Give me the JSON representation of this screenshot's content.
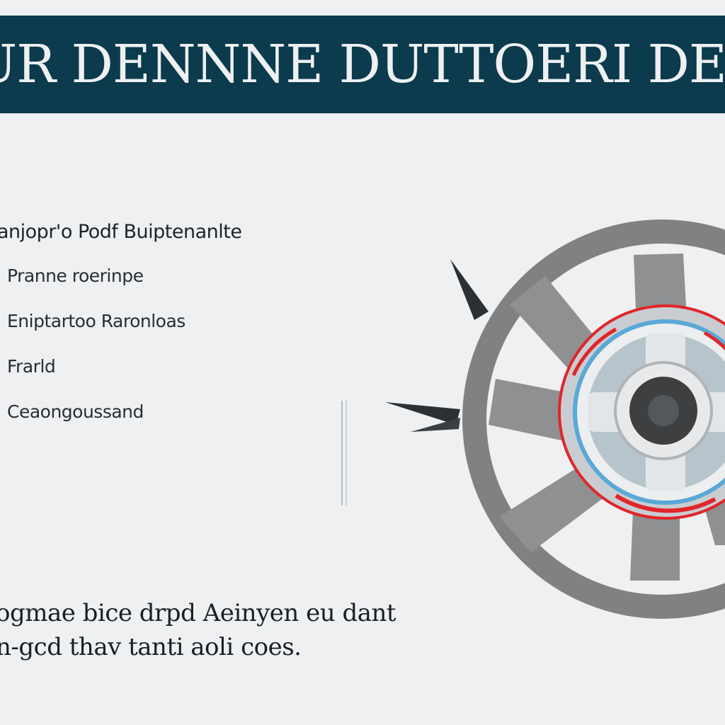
{
  "header": {
    "title": "NG UR DENNNE DUTTOERI DENNE"
  },
  "content": {
    "list_heading": "anjopr'o Podf Buiptenanlte",
    "items": [
      {
        "label": "Pranne roerinpe"
      },
      {
        "label": "Eniptartoo Raronloas"
      },
      {
        "label": "Frarld"
      },
      {
        "label": "Ceaongoussand"
      }
    ]
  },
  "footer": {
    "line1": "ogmae bice drpd Aeinyen eu dant",
    "line2": "n-gcd thav tanti aoli coes."
  },
  "illustration": {
    "icon": "wheel-icon",
    "colors": {
      "rim": "#7a7a7a",
      "spokes": "#8c8c8c",
      "hub": "#d9dcdf",
      "accent_red": "#e0262b",
      "accent_blue": "#5aa8d6",
      "center": "#3d3f41"
    }
  }
}
